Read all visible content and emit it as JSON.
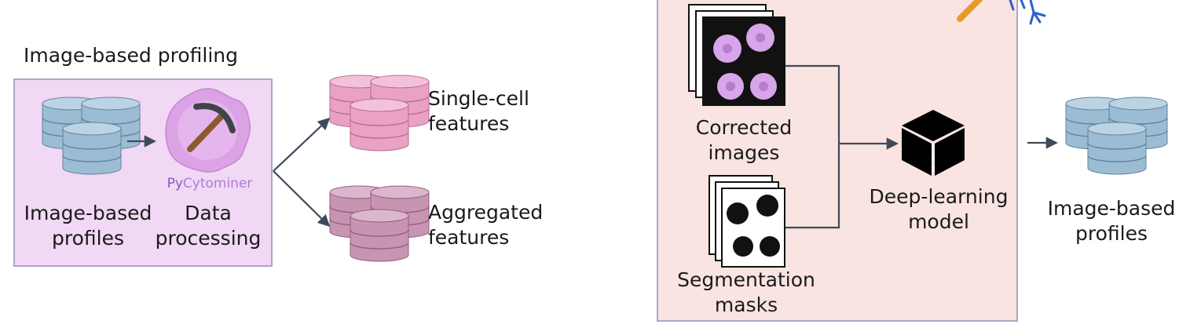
{
  "left_section": {
    "title": "Image-based profiling",
    "input_label": [
      "Image-based",
      "profiles"
    ],
    "process_label": [
      "Data",
      "processing"
    ],
    "tool_name_prefix": "Py",
    "tool_name_suffix": "Cytominer",
    "output_top_label": [
      "Single-cell",
      "features"
    ],
    "output_bottom_label": [
      "Aggregated",
      "features"
    ]
  },
  "right_section": {
    "corrected_label": [
      "Corrected",
      "images"
    ],
    "segmentation_label": [
      "Segmentation",
      "masks"
    ],
    "model_label": [
      "Deep-learning",
      "model"
    ],
    "output_label": [
      "Image-based",
      "profiles"
    ]
  },
  "colors": {
    "db_blue": "#9cbcd4",
    "db_pink": "#e9a2c4",
    "db_mauve": "#c795b2",
    "panel_left": "#f1d8f4",
    "panel_right": "#f9e4e2",
    "arrow": "#3f4a58",
    "tool_purple": "#8a55c6"
  }
}
